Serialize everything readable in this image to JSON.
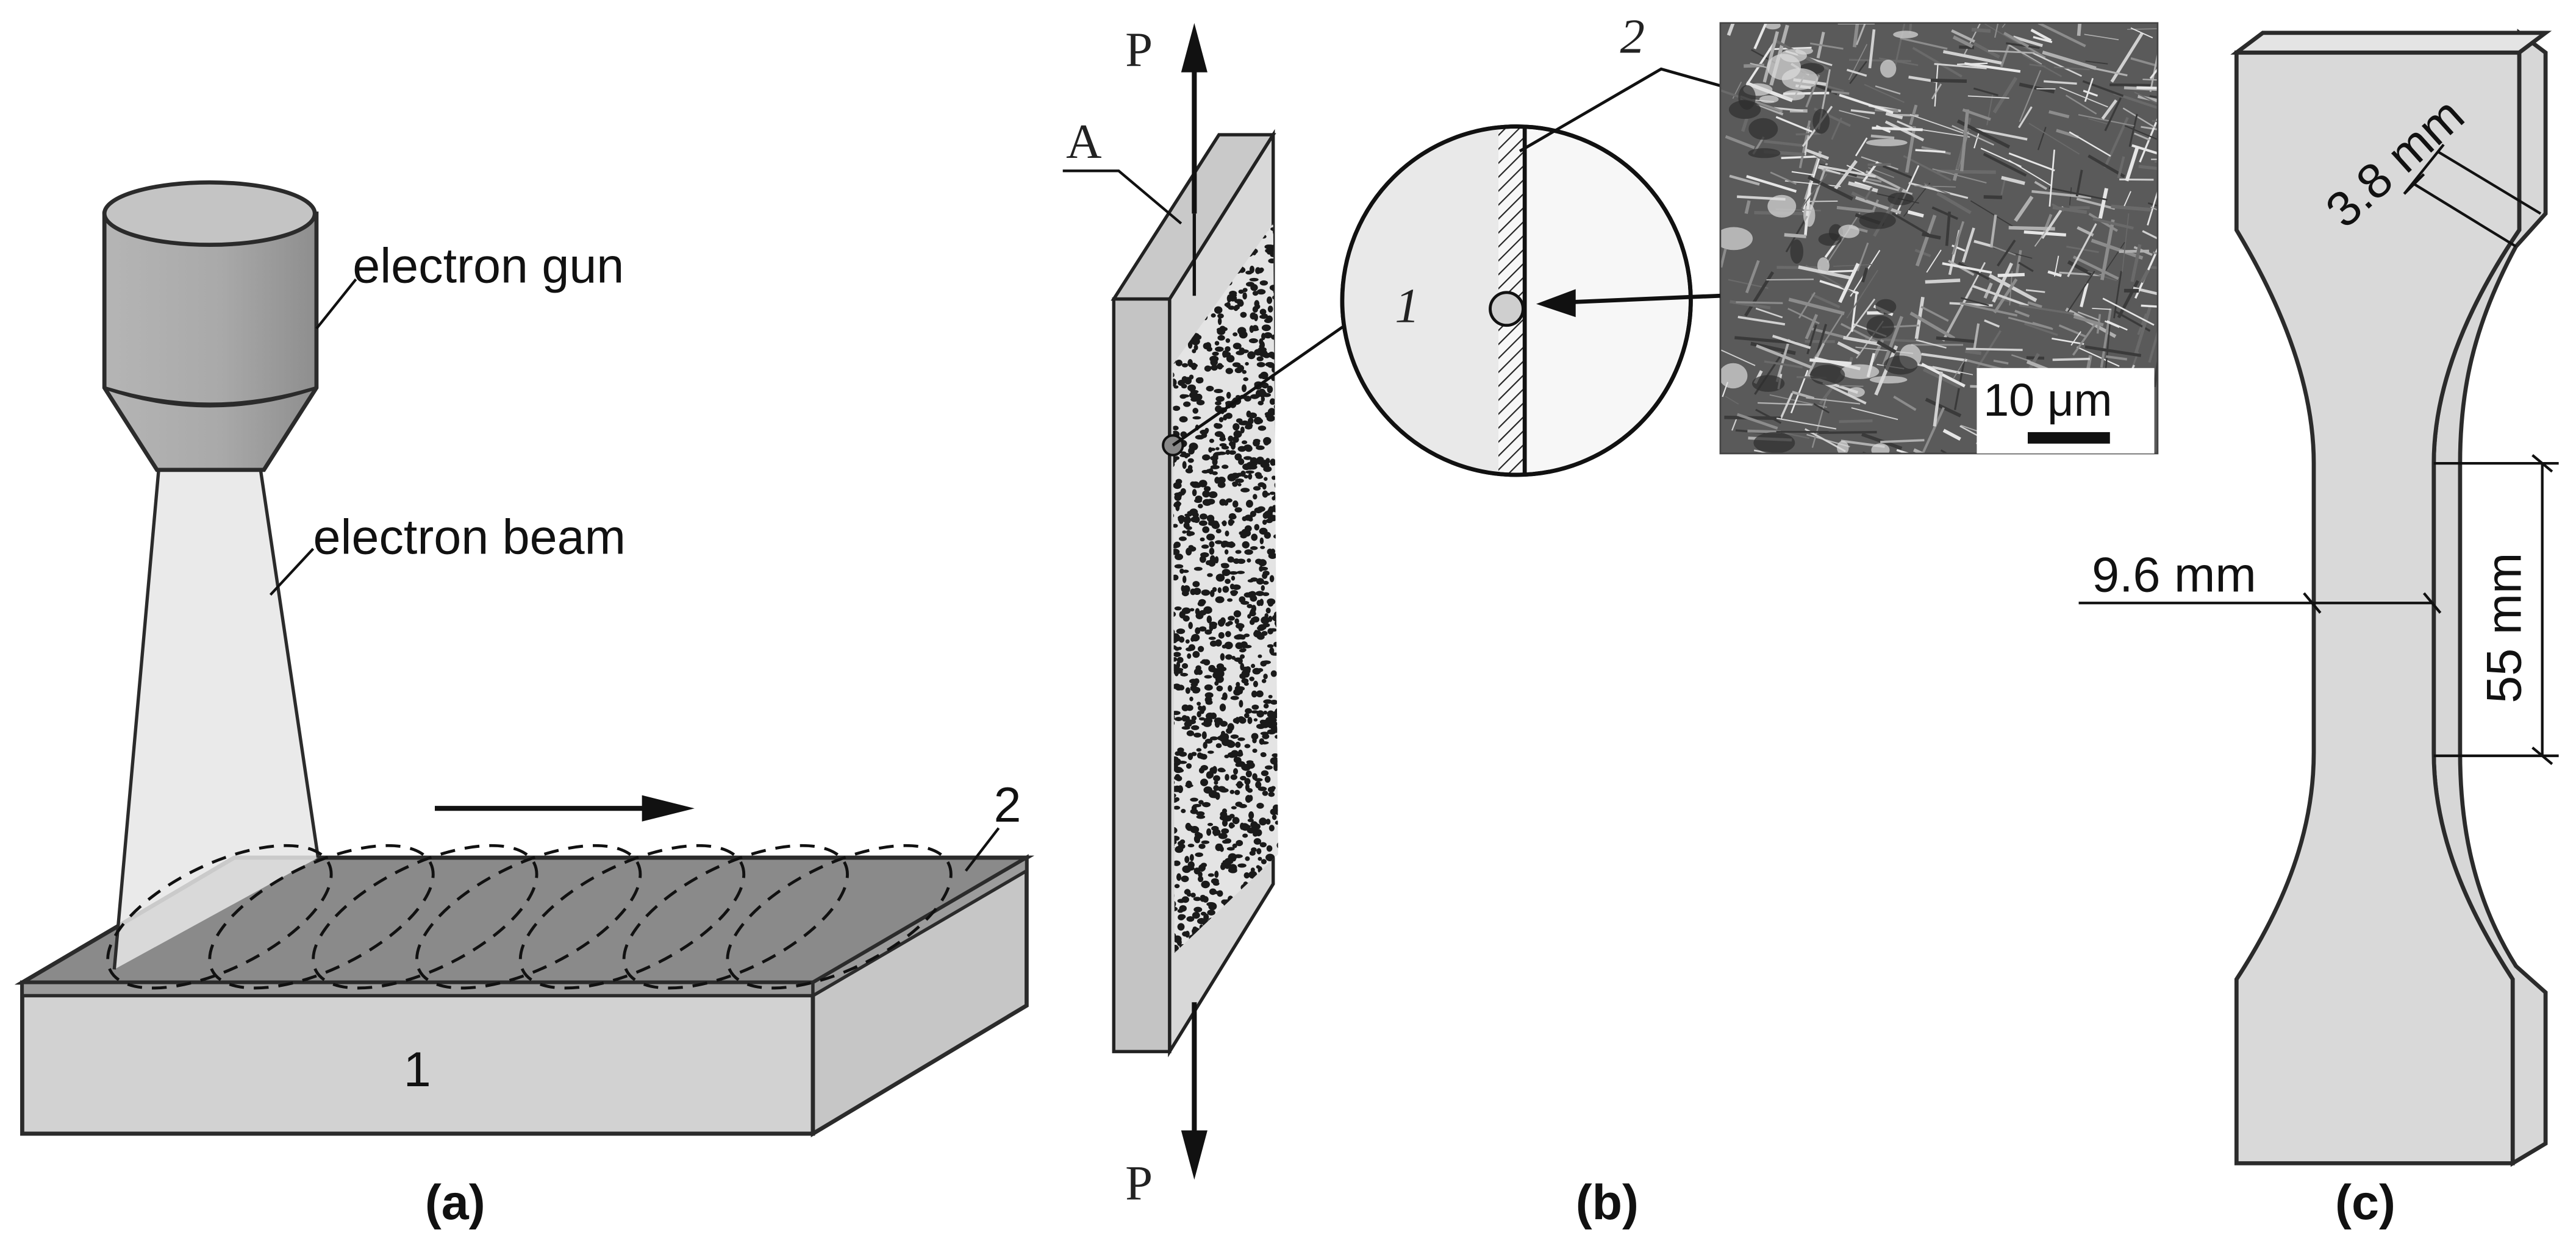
{
  "panel_a": {
    "caption": "(a)",
    "gun_label": "electron gun",
    "beam_label": "electron beam",
    "substrate_label": "1",
    "layer_label": "2"
  },
  "panel_b": {
    "caption": "(b)",
    "load_top": "P",
    "load_bottom": "P",
    "face_label": "A",
    "zone_label": "1",
    "layer_label": "2",
    "scale_bar": "10 μm"
  },
  "panel_c": {
    "caption": "(c)",
    "thickness": "3.8 mm",
    "width": "9.6 mm",
    "gauge_length": "55 mm"
  },
  "colors": {
    "outline": "#2b2b2b",
    "body_light": "#d2d2d2",
    "plate_top": "#8a8a8a",
    "sem_dark": "#5a5a5a"
  }
}
